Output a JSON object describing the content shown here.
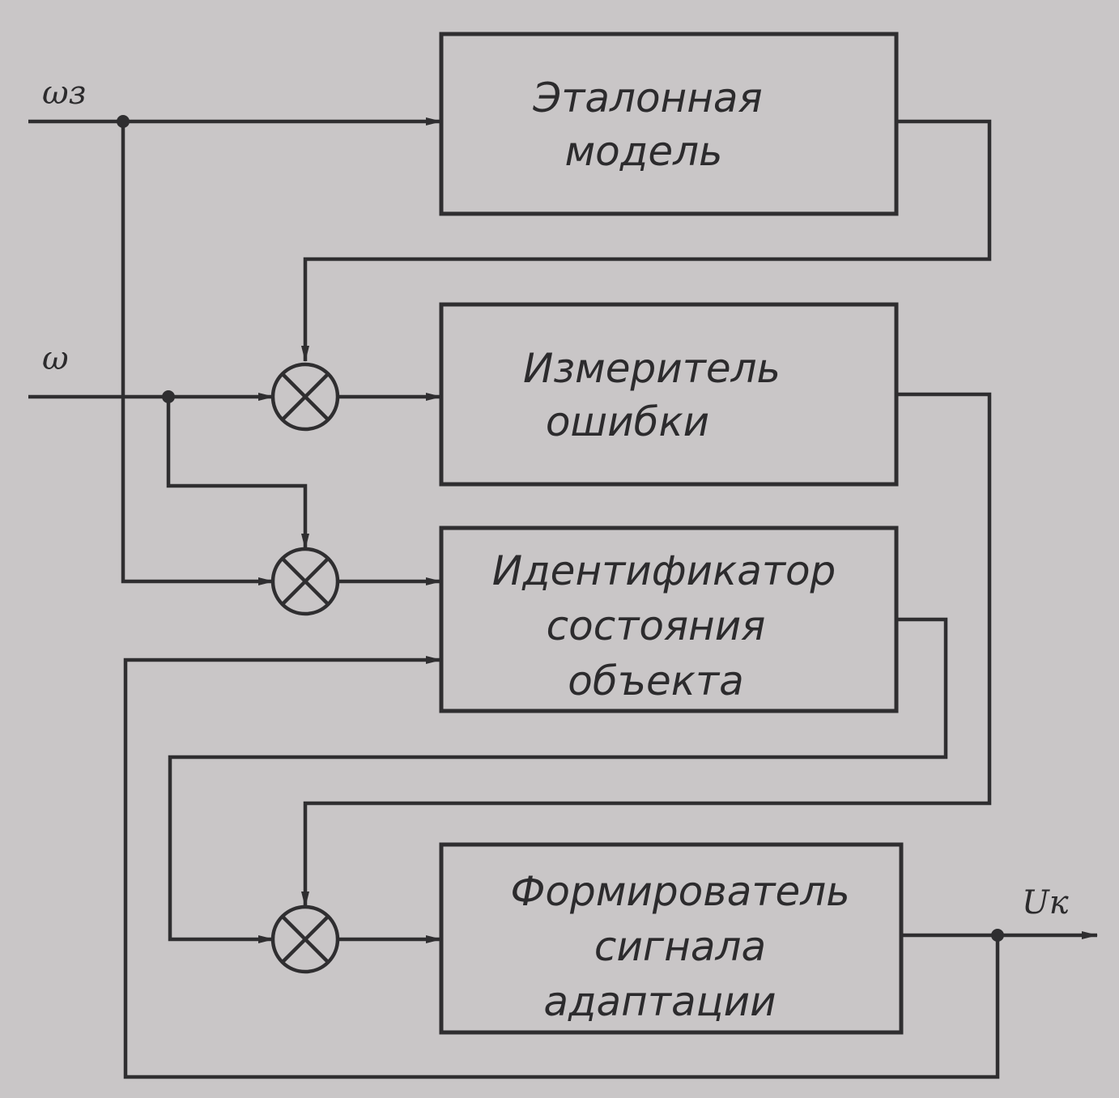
{
  "signals": {
    "reference_input": "ωз",
    "speed_input": "ω",
    "control_output": "Uк"
  },
  "blocks": {
    "reference_model": [
      "Эталонная",
      "модель"
    ],
    "error_meter": [
      "Измеритель",
      "ошибки"
    ],
    "state_identifier": [
      "Идентификатор",
      "состояния",
      "объекта"
    ],
    "adaptation_former": [
      "Формирователь",
      "сигнала",
      "адаптации"
    ]
  },
  "colors": {
    "paper": "#c9c6c7",
    "ink": "#2f2e30"
  }
}
